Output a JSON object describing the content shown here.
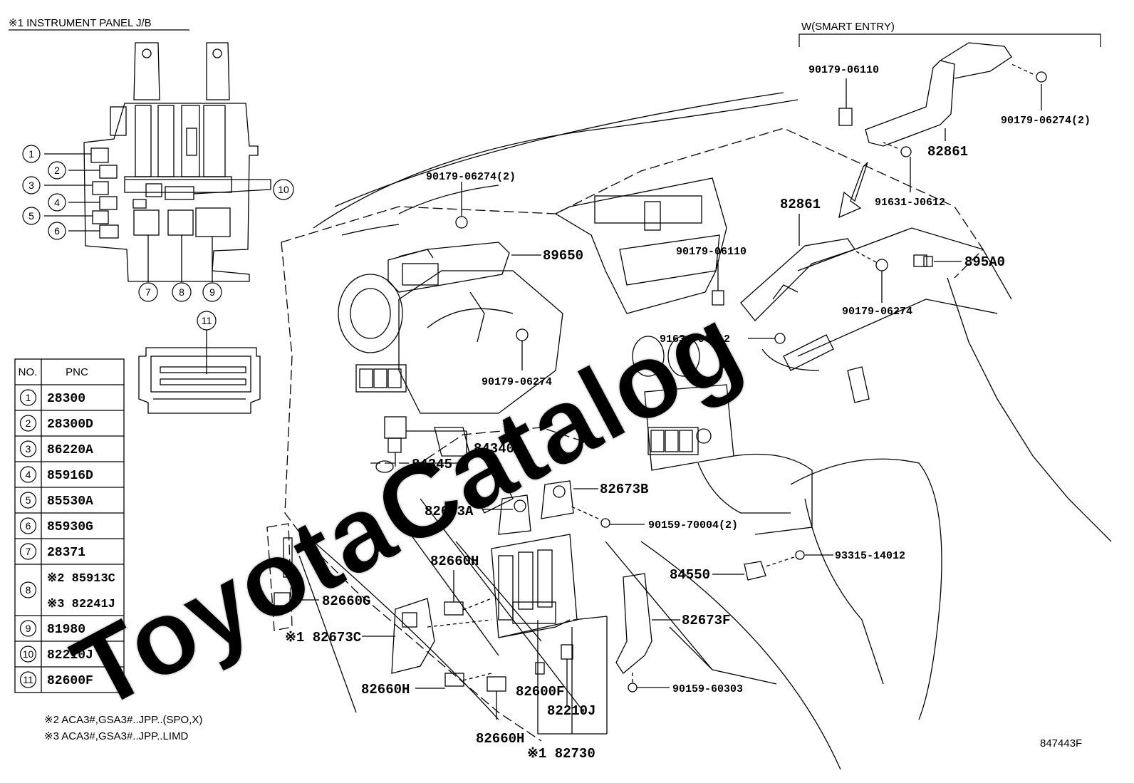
{
  "inset": {
    "title": "※1 INSTRUMENT PANEL J/B",
    "markers": [
      "1",
      "2",
      "3",
      "4",
      "5",
      "6",
      "7",
      "8",
      "9",
      "10",
      "11"
    ]
  },
  "smart_entry": {
    "title": "W(SMART ENTRY)",
    "parts": {
      "clip": "90179-06110",
      "nut": "90179-06274(2)",
      "bracket": "82861",
      "bolt": "91631-J0612"
    }
  },
  "callouts": {
    "nut_top": "90179-06274(2)",
    "ecu": "89650",
    "nut_mid": "90179-06274",
    "clip_mid": "90179-06110",
    "bracket": "82861",
    "relay_right": "895A0",
    "nut_right": "90179-06274",
    "bolt_mid": "91631-J0612",
    "switch": "84340",
    "cap": "84345",
    "holder_b": "82673B",
    "holder_a": "82673A",
    "screw_a": "90159-70004(2)",
    "screw_b": "93315-14012",
    "relay_h_top": "82660H",
    "block_f": "84550",
    "relay_g": "82660G",
    "holder_f": "82673F",
    "holder_c": "※1 82673C",
    "screw_c": "90159-60303",
    "relay_h_left": "82660H",
    "fuse_box": "82600F",
    "fuse_j": "82210J",
    "relay_h_bottom": "82660H",
    "junction_block": "※1 82730"
  },
  "table": {
    "headers": [
      "NO.",
      "PNC"
    ],
    "rows": [
      {
        "no": "1",
        "pnc": [
          "28300"
        ]
      },
      {
        "no": "2",
        "pnc": [
          "28300D"
        ]
      },
      {
        "no": "3",
        "pnc": [
          "86220A"
        ]
      },
      {
        "no": "4",
        "pnc": [
          "85916D"
        ]
      },
      {
        "no": "5",
        "pnc": [
          "85530A"
        ]
      },
      {
        "no": "6",
        "pnc": [
          "85930G"
        ]
      },
      {
        "no": "7",
        "pnc": [
          "28371"
        ]
      },
      {
        "no": "8",
        "pnc": [
          "※2 85913C",
          "※3 82241J"
        ]
      },
      {
        "no": "9",
        "pnc": [
          "81980"
        ]
      },
      {
        "no": "10",
        "pnc": [
          "82210J"
        ]
      },
      {
        "no": "11",
        "pnc": [
          "82600F"
        ]
      }
    ]
  },
  "footnotes": [
    "※2 ACA3#,GSA3#..JPP..(SPO,X)",
    "※3 ACA3#,GSA3#..JPP..LIMD"
  ],
  "illustration_id": "847443F",
  "watermark": "ToyotaCatalog"
}
